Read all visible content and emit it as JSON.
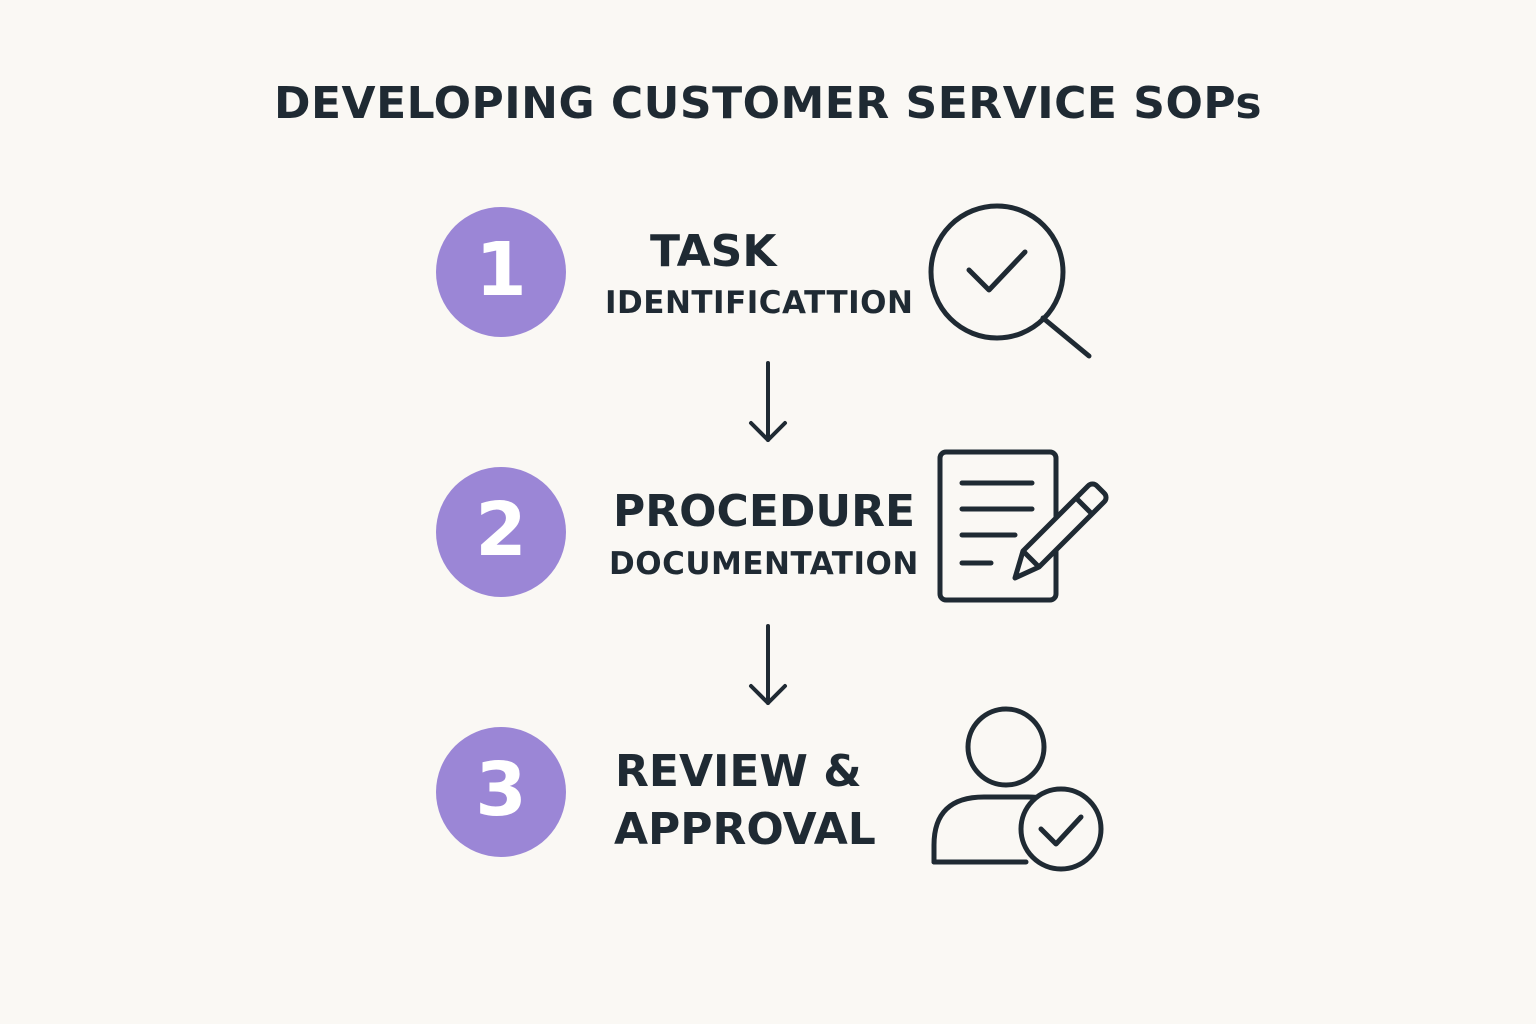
{
  "title": "DEVELOPING CUSTOMER SERVICE SOPs",
  "steps": [
    {
      "number": "1",
      "line1": "TASK",
      "line2": "IDENTIFICATTION",
      "icon": "magnifier-check-icon"
    },
    {
      "number": "2",
      "line1": "PROCEDURE",
      "line2": "DOCUMENTATION",
      "icon": "document-pencil-icon"
    },
    {
      "number": "3",
      "line1": "REVIEW &",
      "line2": "APPROVAL",
      "icon": "user-check-icon"
    }
  ],
  "colors": {
    "background": "#faf8f4",
    "accent": "#9b86d6",
    "ink": "#1f2a33"
  }
}
